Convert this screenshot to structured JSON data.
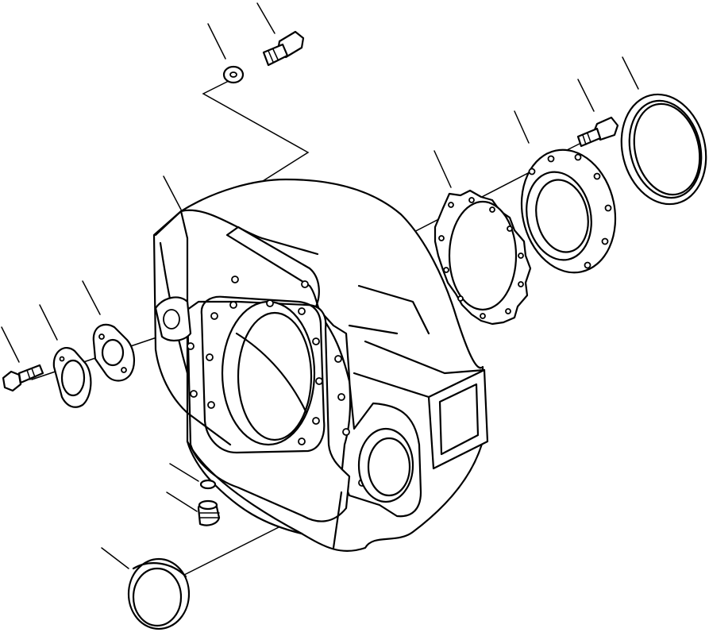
{
  "figure": {
    "type": "exploded-parts-diagram",
    "background": "#ffffff",
    "line_color": "#000000",
    "parts": [
      "flywheel-housing",
      "bolt-top",
      "washer-top",
      "bolt-left",
      "cover-plate",
      "cover-gasket",
      "gasket-ring",
      "seal-plate",
      "bolt-seal",
      "oil-seal-ring",
      "o-ring",
      "drain-plug",
      "port-cap"
    ]
  }
}
